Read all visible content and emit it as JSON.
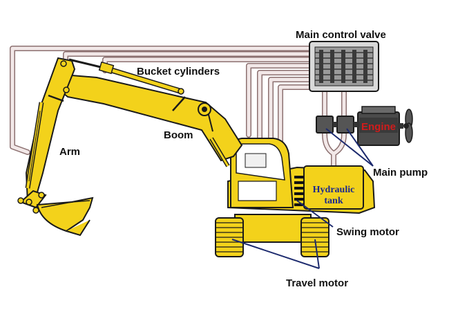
{
  "labels": {
    "main_control_valve": "Main control valve",
    "bucket_cylinders": "Bucket cylinders",
    "boom": "Boom",
    "arm": "Arm",
    "engine": "Engine",
    "main_pump": "Main pump",
    "hydraulic_tank_line1": "Hydraulic",
    "hydraulic_tank_line2": "tank",
    "swing_motor": "Swing motor",
    "travel_motor": "Travel motor"
  },
  "colors": {
    "excavator_yellow": "#f3d21b",
    "outline": "#1a1a1a",
    "hose_fill": "#f2e8e8",
    "hose_stroke": "#8c7070",
    "pointer_line": "#1c2a6e",
    "engine_text": "#d01c1c",
    "tank_text": "#1c2a8e",
    "valve_fill": "#c7c7c7",
    "pump_fill": "#555555",
    "engine_fill": "#4b4b4b"
  }
}
